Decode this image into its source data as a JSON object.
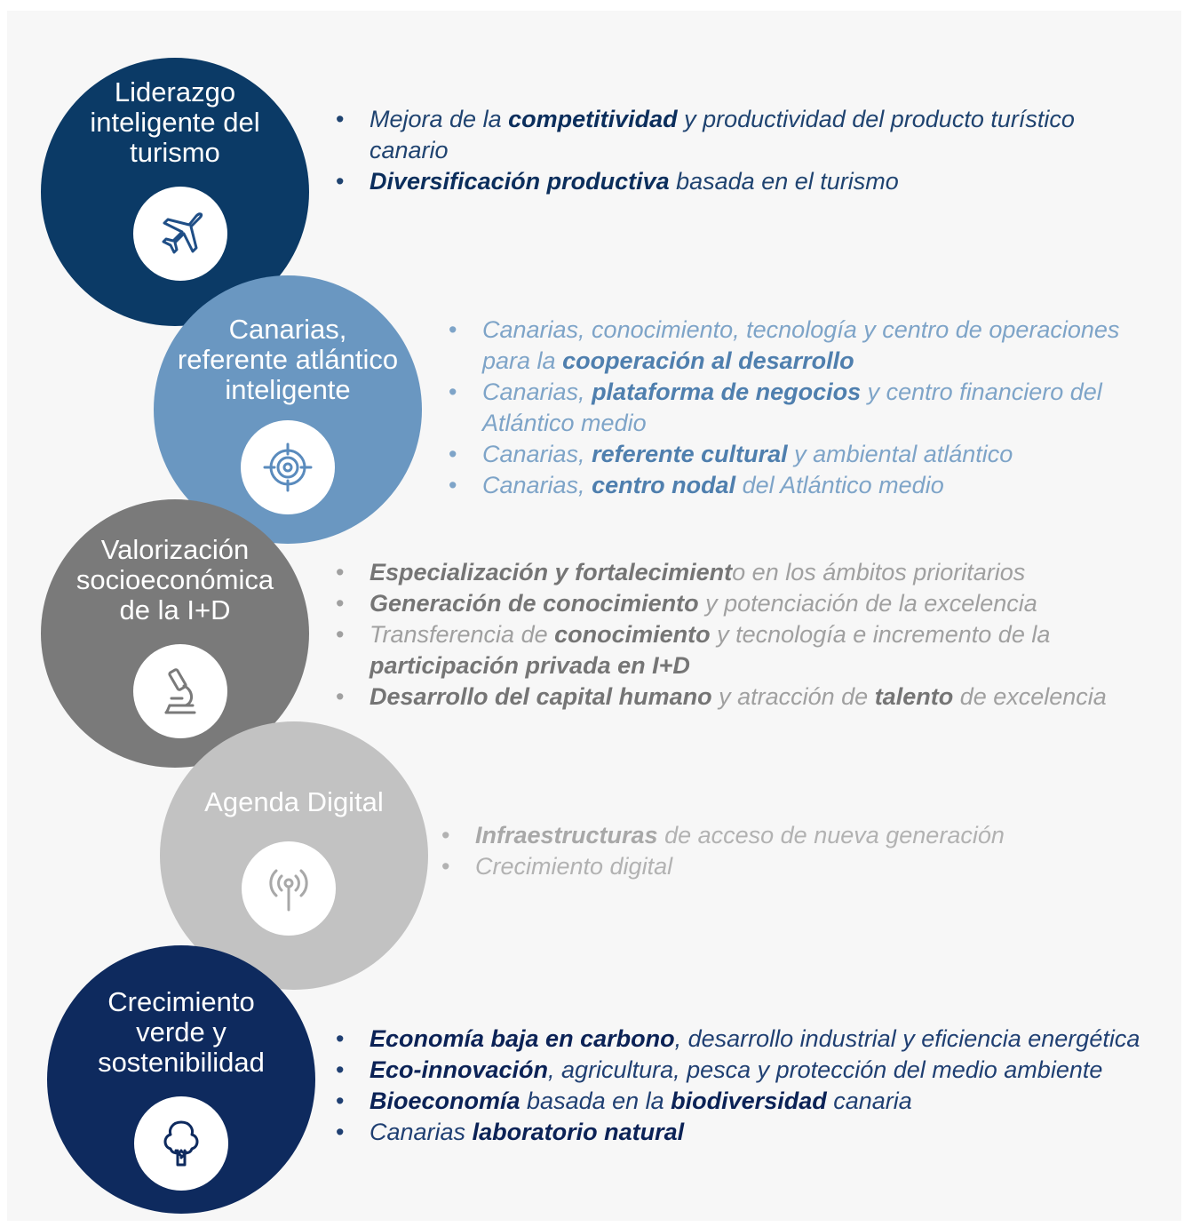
{
  "sections": [
    {
      "title": "Liderazgo\ninteligente del\nturismo",
      "icon": "airplane-icon",
      "color": "#0b3a66",
      "text_color": "#1f4370",
      "bold_color": "#0b2e5c",
      "items": [
        [
          {
            "t": "Mejora de la "
          },
          {
            "t": "competitividad",
            "b": true
          },
          {
            "t": " y productividad del producto turístico canario"
          }
        ],
        [
          {
            "t": "Diversificación productiva",
            "b": true
          },
          {
            "t": " basada en el turismo"
          }
        ]
      ]
    },
    {
      "title": "Canarias,\nreferente atlántico\ninteligente",
      "icon": "target-icon",
      "color": "#6a97c1",
      "text_color": "#7ea4c8",
      "bold_color": "#4f7fae",
      "items": [
        [
          {
            "t": "Canarias, conocimiento, tecnología y centro de operaciones para la "
          },
          {
            "t": "cooperación al desarrollo",
            "b": true
          }
        ],
        [
          {
            "t": "Canarias, "
          },
          {
            "t": "plataforma de negocios",
            "b": true
          },
          {
            "t": " y centro financiero del Atlántico medio"
          }
        ],
        [
          {
            "t": "Canarias, "
          },
          {
            "t": "referente cultural",
            "b": true
          },
          {
            "t": " y ambiental atlántico"
          }
        ],
        [
          {
            "t": "Canarias, "
          },
          {
            "t": "centro nodal",
            "b": true
          },
          {
            "t": " del Atlántico medio"
          }
        ]
      ]
    },
    {
      "title": "Valorización\nsocioeconómica\nde la I+D",
      "icon": "microscope-icon",
      "color": "#7a7a7a",
      "text_color": "#a0a0a0",
      "bold_color": "#757575",
      "items": [
        [
          {
            "t": "Especialización y fortalecimient",
            "b": true
          },
          {
            "t": "o en los ámbitos prioritarios"
          }
        ],
        [
          {
            "t": "Generación de conocimiento",
            "b": true
          },
          {
            "t": " y potenciación de la excelencia"
          }
        ],
        [
          {
            "t": "Transferencia de "
          },
          {
            "t": "conocimiento",
            "b": true
          },
          {
            "t": " y tecnología e incremento de la "
          },
          {
            "t": "participación privada en I+D",
            "b": true
          }
        ],
        [
          {
            "t": "Desarrollo del capital humano",
            "b": true
          },
          {
            "t": " y atracción de "
          },
          {
            "t": "talento",
            "b": true
          },
          {
            "t": " de excelencia"
          }
        ]
      ]
    },
    {
      "title": "Agenda Digital",
      "icon": "antenna-icon",
      "color": "#c2c2c2",
      "text_color": "#b2b2b2",
      "bold_color": "#a8a8a8",
      "items": [
        [
          {
            "t": "Infraestructuras",
            "b": true
          },
          {
            "t": " de acceso de nueva generación"
          }
        ],
        [
          {
            "t": "Crecimiento digital"
          }
        ]
      ]
    },
    {
      "title": "Crecimiento\nverde y\nsostenibilidad",
      "icon": "tree-icon",
      "color": "#0e2a5e",
      "text_color": "#1f3f72",
      "bold_color": "#0b2256",
      "items": [
        [
          {
            "t": "Economía baja en carbono",
            "b": true
          },
          {
            "t": ", desarrollo industrial y eficiencia energética"
          }
        ],
        [
          {
            "t": "Eco-innovación",
            "b": true
          },
          {
            "t": ", agricultura, pesca y protección del medio ambiente"
          }
        ],
        [
          {
            "t": "Bioeconomía",
            "b": true
          },
          {
            "t": " basada en la "
          },
          {
            "t": "biodiversidad",
            "b": true
          },
          {
            "t": " canaria"
          }
        ],
        [
          {
            "t": "Canarias "
          },
          {
            "t": "laboratorio natural",
            "b": true
          }
        ]
      ]
    }
  ]
}
